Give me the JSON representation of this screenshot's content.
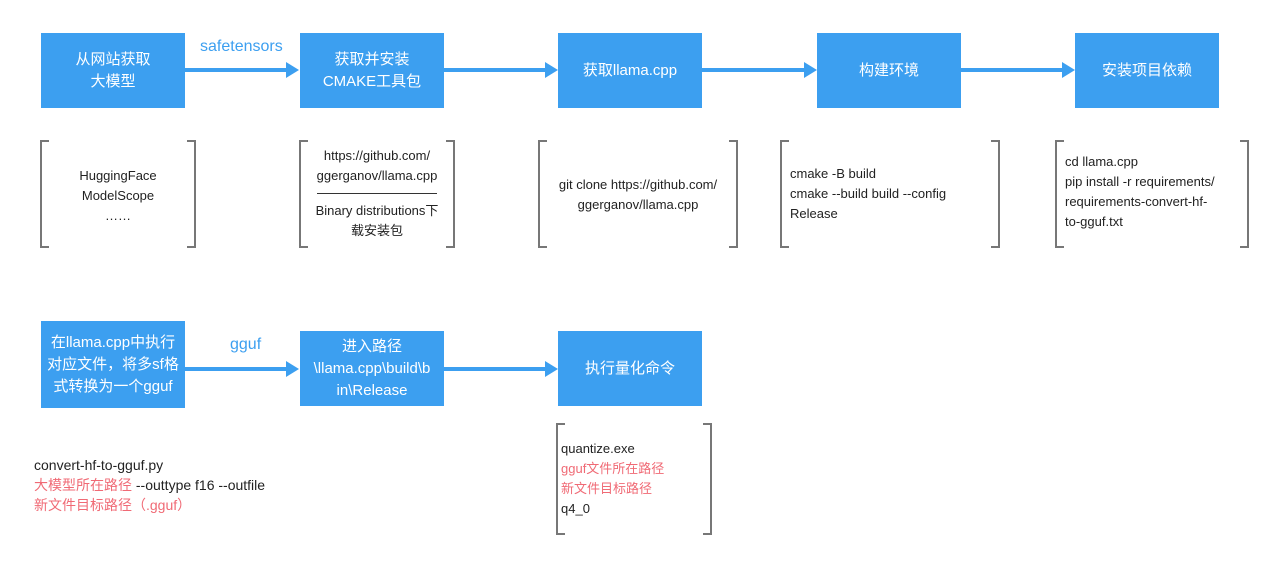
{
  "steps": {
    "s1": "从网站获取\n大模型",
    "s2": "获取并安装\nCMAKE工具包",
    "s3": "获取llama.cpp",
    "s4": "构建环境",
    "s5": "安装项目依赖",
    "s6": "在llama.cpp中执行\n对应文件，将多sf格\n式转换为一个gguf",
    "s7": "进入路径\n\\llama.cpp\\build\\b\nin\\Release",
    "s8": "执行量化命令"
  },
  "arrow_labels": {
    "a1": "safetensors",
    "a2": "gguf"
  },
  "notes": {
    "n1": [
      "HuggingFace",
      "ModelScope",
      "……"
    ],
    "n2_top": [
      "https://github.com/",
      "ggerganov/llama.cpp"
    ],
    "n2_bottom": [
      "Binary distributions下",
      "载安装包"
    ],
    "n3": [
      "git clone https://github.com/",
      "ggerganov/llama.cpp"
    ],
    "n4": [
      "cmake -B build",
      "cmake --build build --config",
      "Release"
    ],
    "n5": [
      "cd llama.cpp",
      "pip install -r requirements/",
      "requirements-convert-hf-",
      "to-gguf.txt"
    ],
    "n6": {
      "l1": "convert-hf-to-gguf.py",
      "l2_red": "大模型所在路径",
      "l2_rest": " --outtype f16 --outfile",
      "l3_red": "新文件目标路径（.gguf）"
    },
    "n7": {
      "l1": "quantize.exe",
      "l2_red": "gguf文件所在路径",
      "l3_red": "新文件目标路径",
      "l4": "q4_0"
    }
  },
  "colors": {
    "box": "#3c9ff0",
    "highlight": "#f06a75"
  }
}
